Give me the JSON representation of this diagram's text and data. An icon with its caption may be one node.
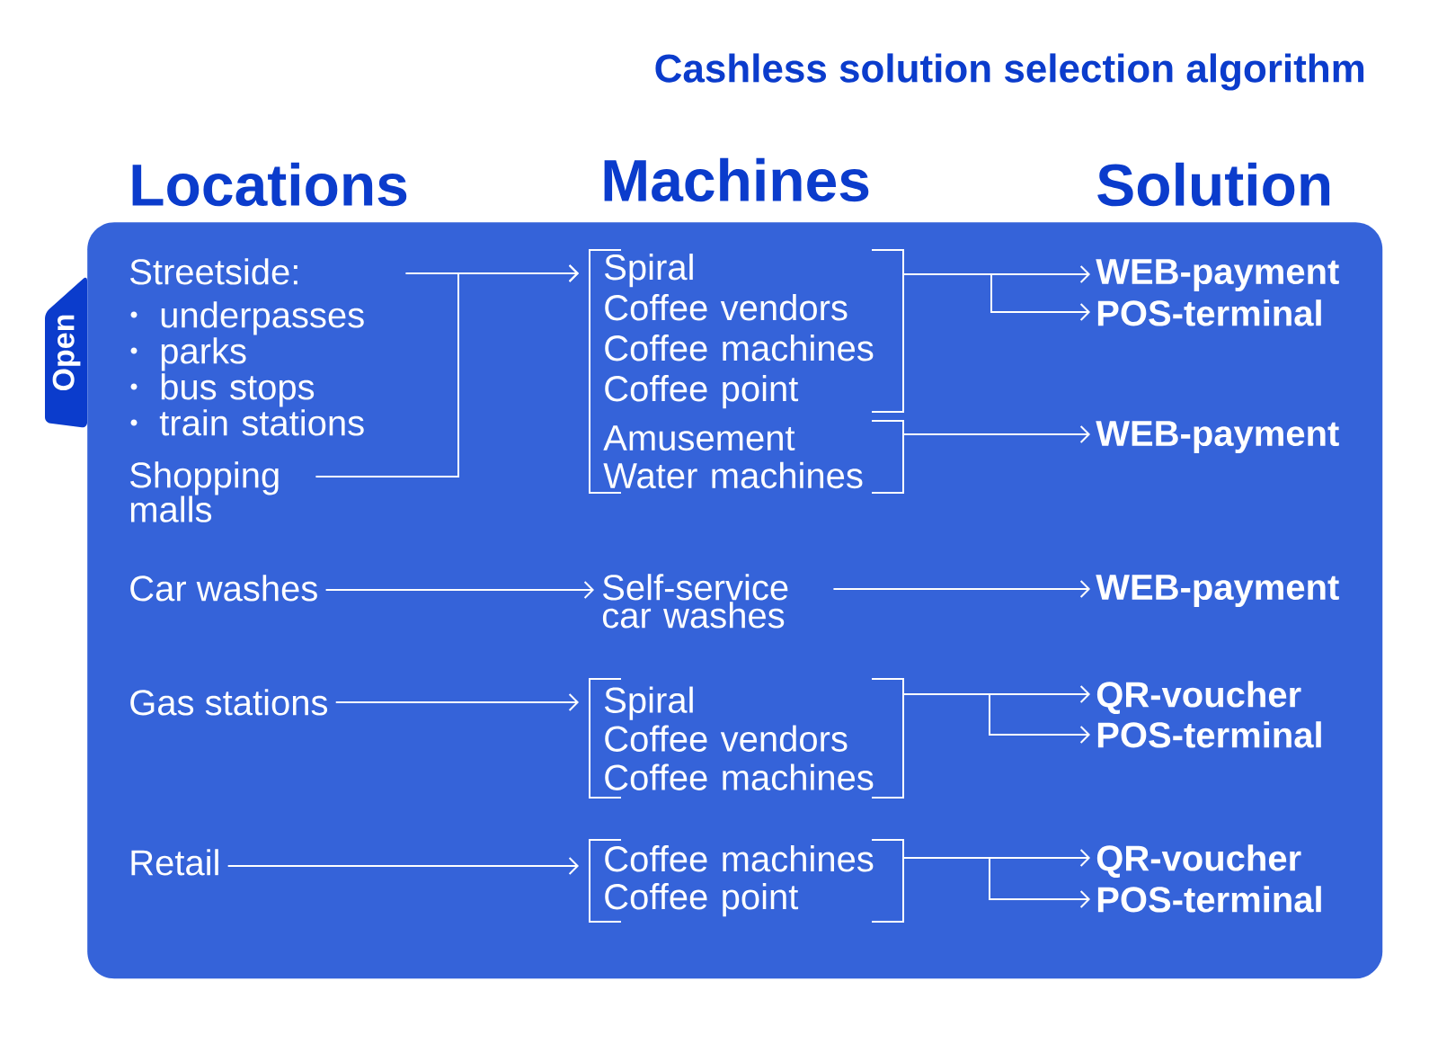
{
  "diagram": {
    "title": "Cashless solution selection algorithm",
    "nodes": [
      {
        "text": [
          "Open"
        ]
      },
      {
        "text": [
          "Streetside:",
          "underpasses",
          "parks",
          "bus stops",
          "train stations"
        ],
        "in": 0
      },
      {
        "text": [
          "Shopping malls"
        ],
        "in": 0
      },
      {
        "text": [
          "Spiral",
          "Coffee vendors",
          "Coffee machines",
          "Coffee point"
        ],
        "in": 0
      },
      {
        "text": [
          "Amusement",
          "Water machines"
        ],
        "in": 0
      },
      {
        "text": [
          "WEB-payment"
        ],
        "in": 0
      },
      {
        "text": [
          "POS-terminal"
        ],
        "in": 0
      },
      {
        "text": [
          "WEB-payment"
        ],
        "in": 0
      },
      {
        "text": [
          "Car washes"
        ],
        "in": 0
      },
      {
        "text": [
          "Self-service car washes"
        ],
        "in": 0
      },
      {
        "text": [
          "WEB-payment"
        ],
        "in": 0
      },
      {
        "text": [
          "Gas stations"
        ],
        "in": 0
      },
      {
        "text": [
          "Spiral",
          "Coffee vendors",
          "Coffee machines"
        ],
        "in": 0
      },
      {
        "text": [
          "QR-voucher"
        ],
        "in": 0
      },
      {
        "text": [
          "POS-terminal"
        ],
        "in": 0
      },
      {
        "text": [
          "Retail"
        ],
        "in": 0
      },
      {
        "text": [
          "Coffee machines",
          "Coffee point"
        ],
        "in": 0
      },
      {
        "text": [
          "QR-voucher"
        ],
        "in": 0
      },
      {
        "text": [
          "POS-terminal"
        ],
        "in": 0
      }
    ],
    "edges": [
      {
        "from": 1,
        "to": 3,
        "arrow": "to"
      },
      {
        "from": 2,
        "to": 3,
        "arrow": "to"
      },
      {
        "from": 3,
        "to": 5,
        "arrow": "to"
      },
      {
        "from": 3,
        "to": 6,
        "arrow": "to"
      },
      {
        "from": 4,
        "to": 7,
        "arrow": "to"
      },
      {
        "from": 8,
        "to": 9,
        "arrow": "to"
      },
      {
        "from": 9,
        "to": 10,
        "arrow": "to"
      },
      {
        "from": 11,
        "to": 12,
        "arrow": "to"
      },
      {
        "from": 12,
        "to": 13,
        "arrow": "to"
      },
      {
        "from": 12,
        "to": 14,
        "arrow": "to"
      },
      {
        "from": 15,
        "to": 16,
        "arrow": "to"
      },
      {
        "from": 16,
        "to": 17,
        "arrow": "to"
      },
      {
        "from": 16,
        "to": 18,
        "arrow": "to"
      }
    ],
    "labels": [
      "Locations",
      "Machines",
      "Solution"
    ]
  }
}
